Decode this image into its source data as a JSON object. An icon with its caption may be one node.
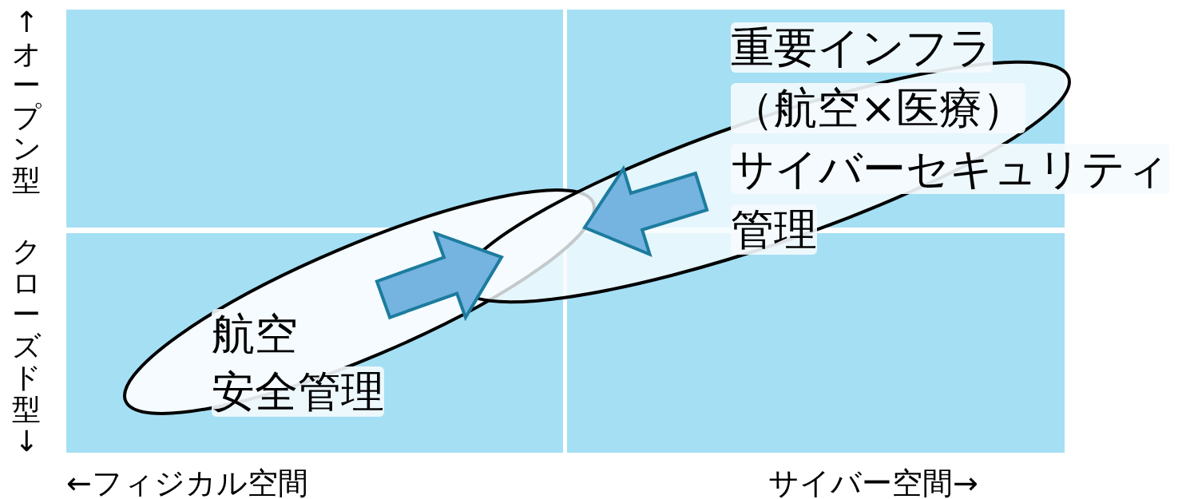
{
  "diagram": {
    "nodes": [
      {
        "text": [
          "航空安全管理"
        ]
      },
      {
        "text": [
          "重要インフラ（航空×医療）サイバーセキュリティ管理"
        ]
      }
    ],
    "edges": [
      {
        "from": 0,
        "to": 1,
        "arrow": "to"
      },
      {
        "from": 1,
        "to": 0,
        "arrow": "to"
      }
    ],
    "labels": [
      "↑オープン型",
      "クローズド型↓",
      "←フィジカル空間",
      "サイバー空間→"
    ]
  }
}
